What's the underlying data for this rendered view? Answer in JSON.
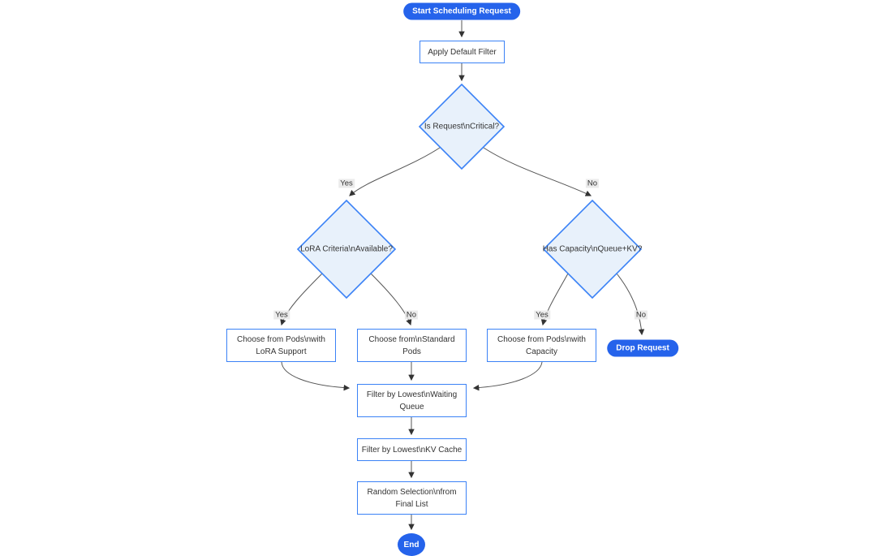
{
  "diagram": {
    "nodes": {
      "start": {
        "label": "Start Scheduling Request"
      },
      "apply_filter": {
        "lines": [
          "Apply Default Filter"
        ]
      },
      "is_critical": {
        "label": "Is Request\\nCritical?"
      },
      "lora_criteria": {
        "label": "LoRA Criteria\\nAvailable?"
      },
      "has_capacity": {
        "label": "Has Capacity\\nQueue+KV?"
      },
      "choose_lora": {
        "lines": [
          "Choose from Pods\\nwith",
          "LoRA Support"
        ]
      },
      "choose_standard": {
        "lines": [
          "Choose from\\nStandard",
          "Pods"
        ]
      },
      "choose_capacity": {
        "lines": [
          "Choose from Pods\\nwith",
          "Capacity"
        ]
      },
      "drop_request": {
        "label": "Drop Request"
      },
      "filter_queue": {
        "lines": [
          "Filter by Lowest\\nWaiting",
          "Queue"
        ]
      },
      "filter_kv": {
        "lines": [
          "Filter by Lowest\\nKV Cache"
        ]
      },
      "random_selection": {
        "lines": [
          "Random Selection\\nfrom",
          "Final List"
        ]
      },
      "end": {
        "label": "End"
      }
    },
    "edge_labels": {
      "critical_yes": "Yes",
      "critical_no": "No",
      "lora_yes": "Yes",
      "lora_no": "No",
      "capacity_yes": "Yes",
      "capacity_no": "No"
    },
    "colors": {
      "accent": "#2563eb",
      "node_border": "#3b82f6",
      "decision_fill": "#e8f1fb",
      "edge": "#555555"
    }
  }
}
